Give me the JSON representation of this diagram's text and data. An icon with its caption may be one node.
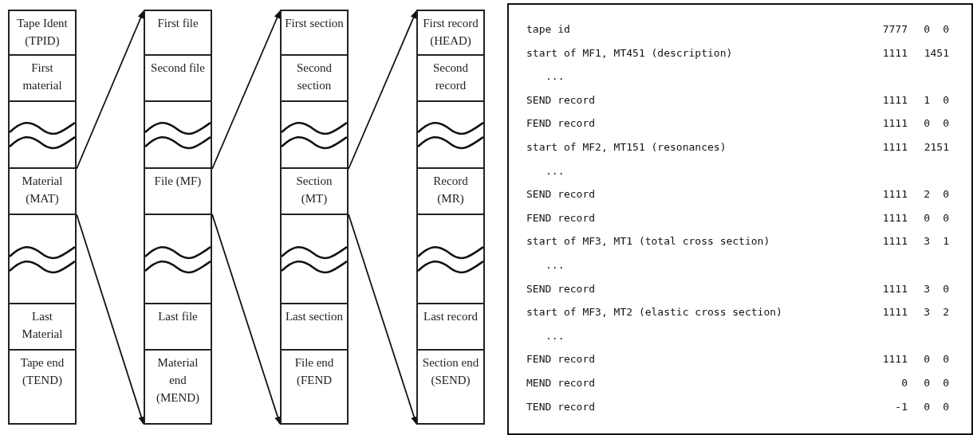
{
  "diagram": {
    "nodes": [
      {
        "text": [
          "Tape Ident (TPID)"
        ]
      },
      {
        "text": [
          "First material"
        ]
      },
      {
        "text": [],
        "shape": "box"
      },
      {
        "text": [
          "Material (MAT)"
        ]
      },
      {
        "text": [],
        "shape": "box"
      },
      {
        "text": [
          "Last Material"
        ]
      },
      {
        "text": [
          "Tape end (TEND)"
        ]
      },
      {
        "text": [
          "First file"
        ]
      },
      {
        "text": [
          "Second file"
        ]
      },
      {
        "text": [],
        "shape": "box"
      },
      {
        "text": [
          "File (MF)"
        ]
      },
      {
        "text": [],
        "shape": "box"
      },
      {
        "text": [
          "Last file"
        ]
      },
      {
        "text": [
          "Material end (MEND)"
        ]
      },
      {
        "text": [
          "First section"
        ]
      },
      {
        "text": [
          "Second section"
        ]
      },
      {
        "text": [],
        "shape": "box"
      },
      {
        "text": [
          "Section (MT)"
        ]
      },
      {
        "text": [],
        "shape": "box"
      },
      {
        "text": [
          "Last section"
        ]
      },
      {
        "text": [
          "File end (FEND"
        ]
      },
      {
        "text": [
          "First record (HEAD)"
        ]
      },
      {
        "text": [
          "Second record"
        ]
      },
      {
        "text": [],
        "shape": "box"
      },
      {
        "text": [
          "Record (MR)"
        ]
      },
      {
        "text": [],
        "shape": "box"
      },
      {
        "text": [
          "Last record"
        ]
      },
      {
        "text": [
          "Section end (SEND)"
        ]
      }
    ],
    "edges": [
      {
        "from": 3,
        "to": 7,
        "arrow": "to"
      },
      {
        "from": 3,
        "to": 13,
        "arrow": "to"
      },
      {
        "from": 10,
        "to": 14,
        "arrow": "to"
      },
      {
        "from": 10,
        "to": 20,
        "arrow": "to"
      },
      {
        "from": 17,
        "to": 21,
        "arrow": "to"
      },
      {
        "from": 17,
        "to": 27,
        "arrow": "to"
      }
    ],
    "labels": [
      "tape id",
      "7777",
      "0",
      "0",
      "start of MF1, MT451 (description)",
      "1111",
      "1451",
      "...",
      "SEND record",
      "1111",
      "1",
      "0",
      "FEND record",
      "1111",
      "0",
      "0",
      "start of MF2, MT151 (resonances)",
      "1111",
      "2151",
      "...",
      "SEND record",
      "1111",
      "2",
      "0",
      "FEND record",
      "1111",
      "0",
      "0",
      "start of MF3, MT1 (total cross section)",
      "1111",
      "3",
      "1",
      "...",
      "SEND record",
      "1111",
      "3",
      "0",
      "start of MF3, MT2 (elastic cross section)",
      "1111",
      "3",
      "2",
      "...",
      "FEND record",
      "1111",
      "0",
      "0",
      "MEND record",
      "0",
      "0",
      "0",
      "TEND record",
      "-1",
      "0",
      "0"
    ]
  }
}
